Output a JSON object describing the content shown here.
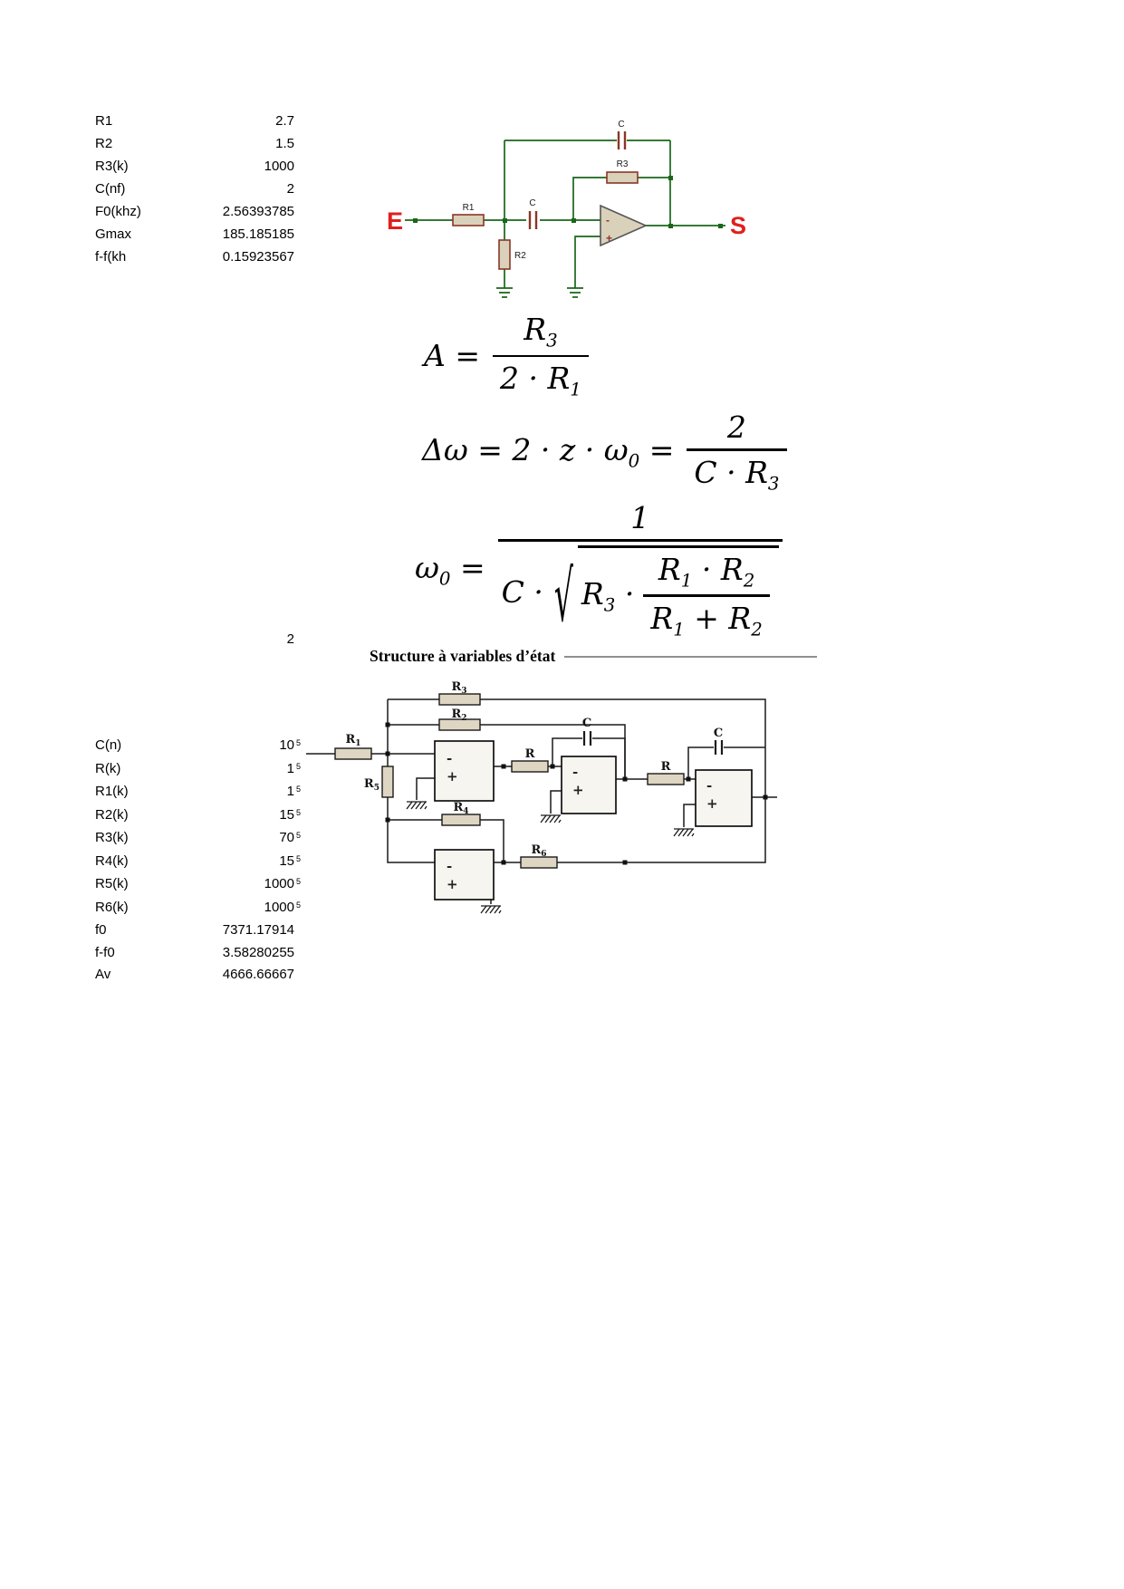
{
  "table1": {
    "rows": [
      {
        "label": "R1",
        "value": "2.7"
      },
      {
        "label": "R2",
        "value": "1.5"
      },
      {
        "label": "R3(k)",
        "value": "1000"
      },
      {
        "label": "C(nf)",
        "value": "2"
      },
      {
        "label": "F0(khz)",
        "value": "2.56393785"
      },
      {
        "label": "Gmax",
        "value": "185.185185"
      },
      {
        "label": "f-f(kh",
        "value": "0.15923567"
      }
    ]
  },
  "stray_value": "2",
  "section_title": "Structure à variables d’état",
  "table2": {
    "rows": [
      {
        "label": "C(n)",
        "value": "10",
        "mark": "5"
      },
      {
        "label": "R(k)",
        "value": "1",
        "mark": "5"
      },
      {
        "label": "R1(k)",
        "value": "1",
        "mark": "5"
      },
      {
        "label": "R2(k)",
        "value": "15",
        "mark": "5"
      },
      {
        "label": "R3(k)",
        "value": "70",
        "mark": "5"
      },
      {
        "label": "R4(k)",
        "value": "15",
        "mark": "5"
      },
      {
        "label": "R5(k)",
        "value": "1000",
        "mark": "5"
      },
      {
        "label": "R6(k)",
        "value": "1000",
        "mark": "5"
      },
      {
        "label": "f0",
        "value": "7371.17914"
      },
      {
        "label": "f-f0",
        "value": "3.58280255"
      },
      {
        "label": "Av",
        "value": "4666.66667"
      }
    ]
  },
  "circuit1": {
    "input_label": "E",
    "output_label": "S",
    "r1": "R1",
    "r2": "R2",
    "r3": "R3",
    "c_series": "C",
    "c_feedback": "C",
    "opamp_minus": "-",
    "opamp_plus": "+",
    "colors": {
      "wire": "#1a661a",
      "component_fill": "#d9d1ba",
      "component_stroke": "#8b3626",
      "terminal_red": "#e0201c"
    }
  },
  "circuit2": {
    "r1": {
      "base": "R",
      "sub": "1"
    },
    "r2": {
      "base": "R",
      "sub": "2"
    },
    "r3": {
      "base": "R",
      "sub": "3"
    },
    "r4": {
      "base": "R",
      "sub": "4"
    },
    "r5": {
      "base": "R",
      "sub": "5"
    },
    "r6": {
      "base": "R",
      "sub": "6"
    },
    "r_a": {
      "base": "R",
      "sub": ""
    },
    "r_b": {
      "base": "R",
      "sub": ""
    },
    "c_a": {
      "base": "C",
      "sub": ""
    },
    "c_b": {
      "base": "C",
      "sub": ""
    },
    "minus": "-",
    "plus": "+"
  },
  "formulas": {
    "f1": {
      "lhs": "A =",
      "num": "R_3",
      "den": "2 · R_1"
    },
    "f2": {
      "lhs": "Δω = 2 · z · ω_0 =",
      "num": "2",
      "den": "C · R_3"
    },
    "f3": {
      "lhs": "ω_0 =",
      "num": "1",
      "den_prefix": "C ·",
      "radicand_prefix": "R_3 ·",
      "inner_num": "R_1 · R_2",
      "inner_den": "R_1 + R_2"
    }
  }
}
